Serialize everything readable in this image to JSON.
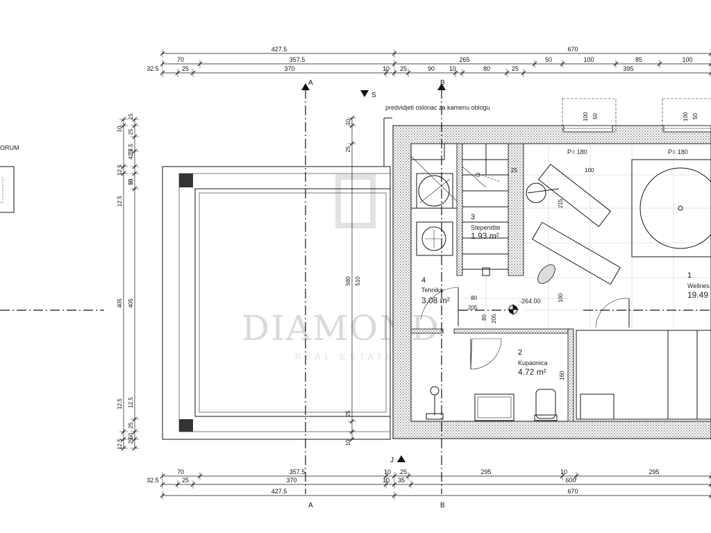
{
  "dimensions": {
    "top_row1": [
      "427.5",
      "670"
    ],
    "top_row2": [
      "70",
      "357.5",
      "265",
      "50",
      "100",
      "85",
      "100"
    ],
    "top_row3": [
      "32.5",
      "25",
      "370",
      "10",
      "25",
      "90",
      "10",
      "80",
      "25",
      "395"
    ],
    "bottom_row1": [
      "70",
      "357.5",
      "10",
      "25",
      "295",
      "10",
      "295"
    ],
    "bottom_row2": [
      "32.5",
      "25",
      "370",
      "10",
      "35",
      "600"
    ],
    "bottom_row3": [
      "427.5",
      "670"
    ],
    "left_outer": [
      "10",
      "12.5",
      "12.5",
      "405",
      "12.5",
      "12.5"
    ],
    "left_inner": [
      "15",
      "25",
      "42.5",
      "77.5",
      "25",
      "50",
      "405",
      "25",
      "50",
      "25",
      "12.5"
    ],
    "section_vert": [
      "10",
      "25",
      "580",
      "510",
      "25",
      "10"
    ],
    "interior": [
      "25",
      "100",
      "215",
      "100",
      "80",
      "205",
      "80",
      "205",
      "160"
    ],
    "window_dims": [
      "100",
      "50",
      "100",
      "50"
    ]
  },
  "section_marks": {
    "a": "A",
    "b": "B",
    "s": "S",
    "j": "J"
  },
  "rooms": [
    {
      "number": "1",
      "name": "Wellnes",
      "area": "19.49"
    },
    {
      "number": "2",
      "name": "Kupaonica",
      "area": "4.72 m²"
    },
    {
      "number": "3",
      "name": "Stepenište",
      "area": "1.93 m²"
    },
    {
      "number": "4",
      "name": "Tehnika",
      "area": "3.08 m²"
    }
  ],
  "labels": {
    "support_note": "predvidjeti oslonac za kamenu oblogu",
    "level": "-264.00",
    "window_p1": "P= 180",
    "window_p2": "P= 180",
    "forum": "ORUM"
  },
  "watermark": {
    "brand": "DIAMOND",
    "sub": "REAL ESTATE"
  }
}
